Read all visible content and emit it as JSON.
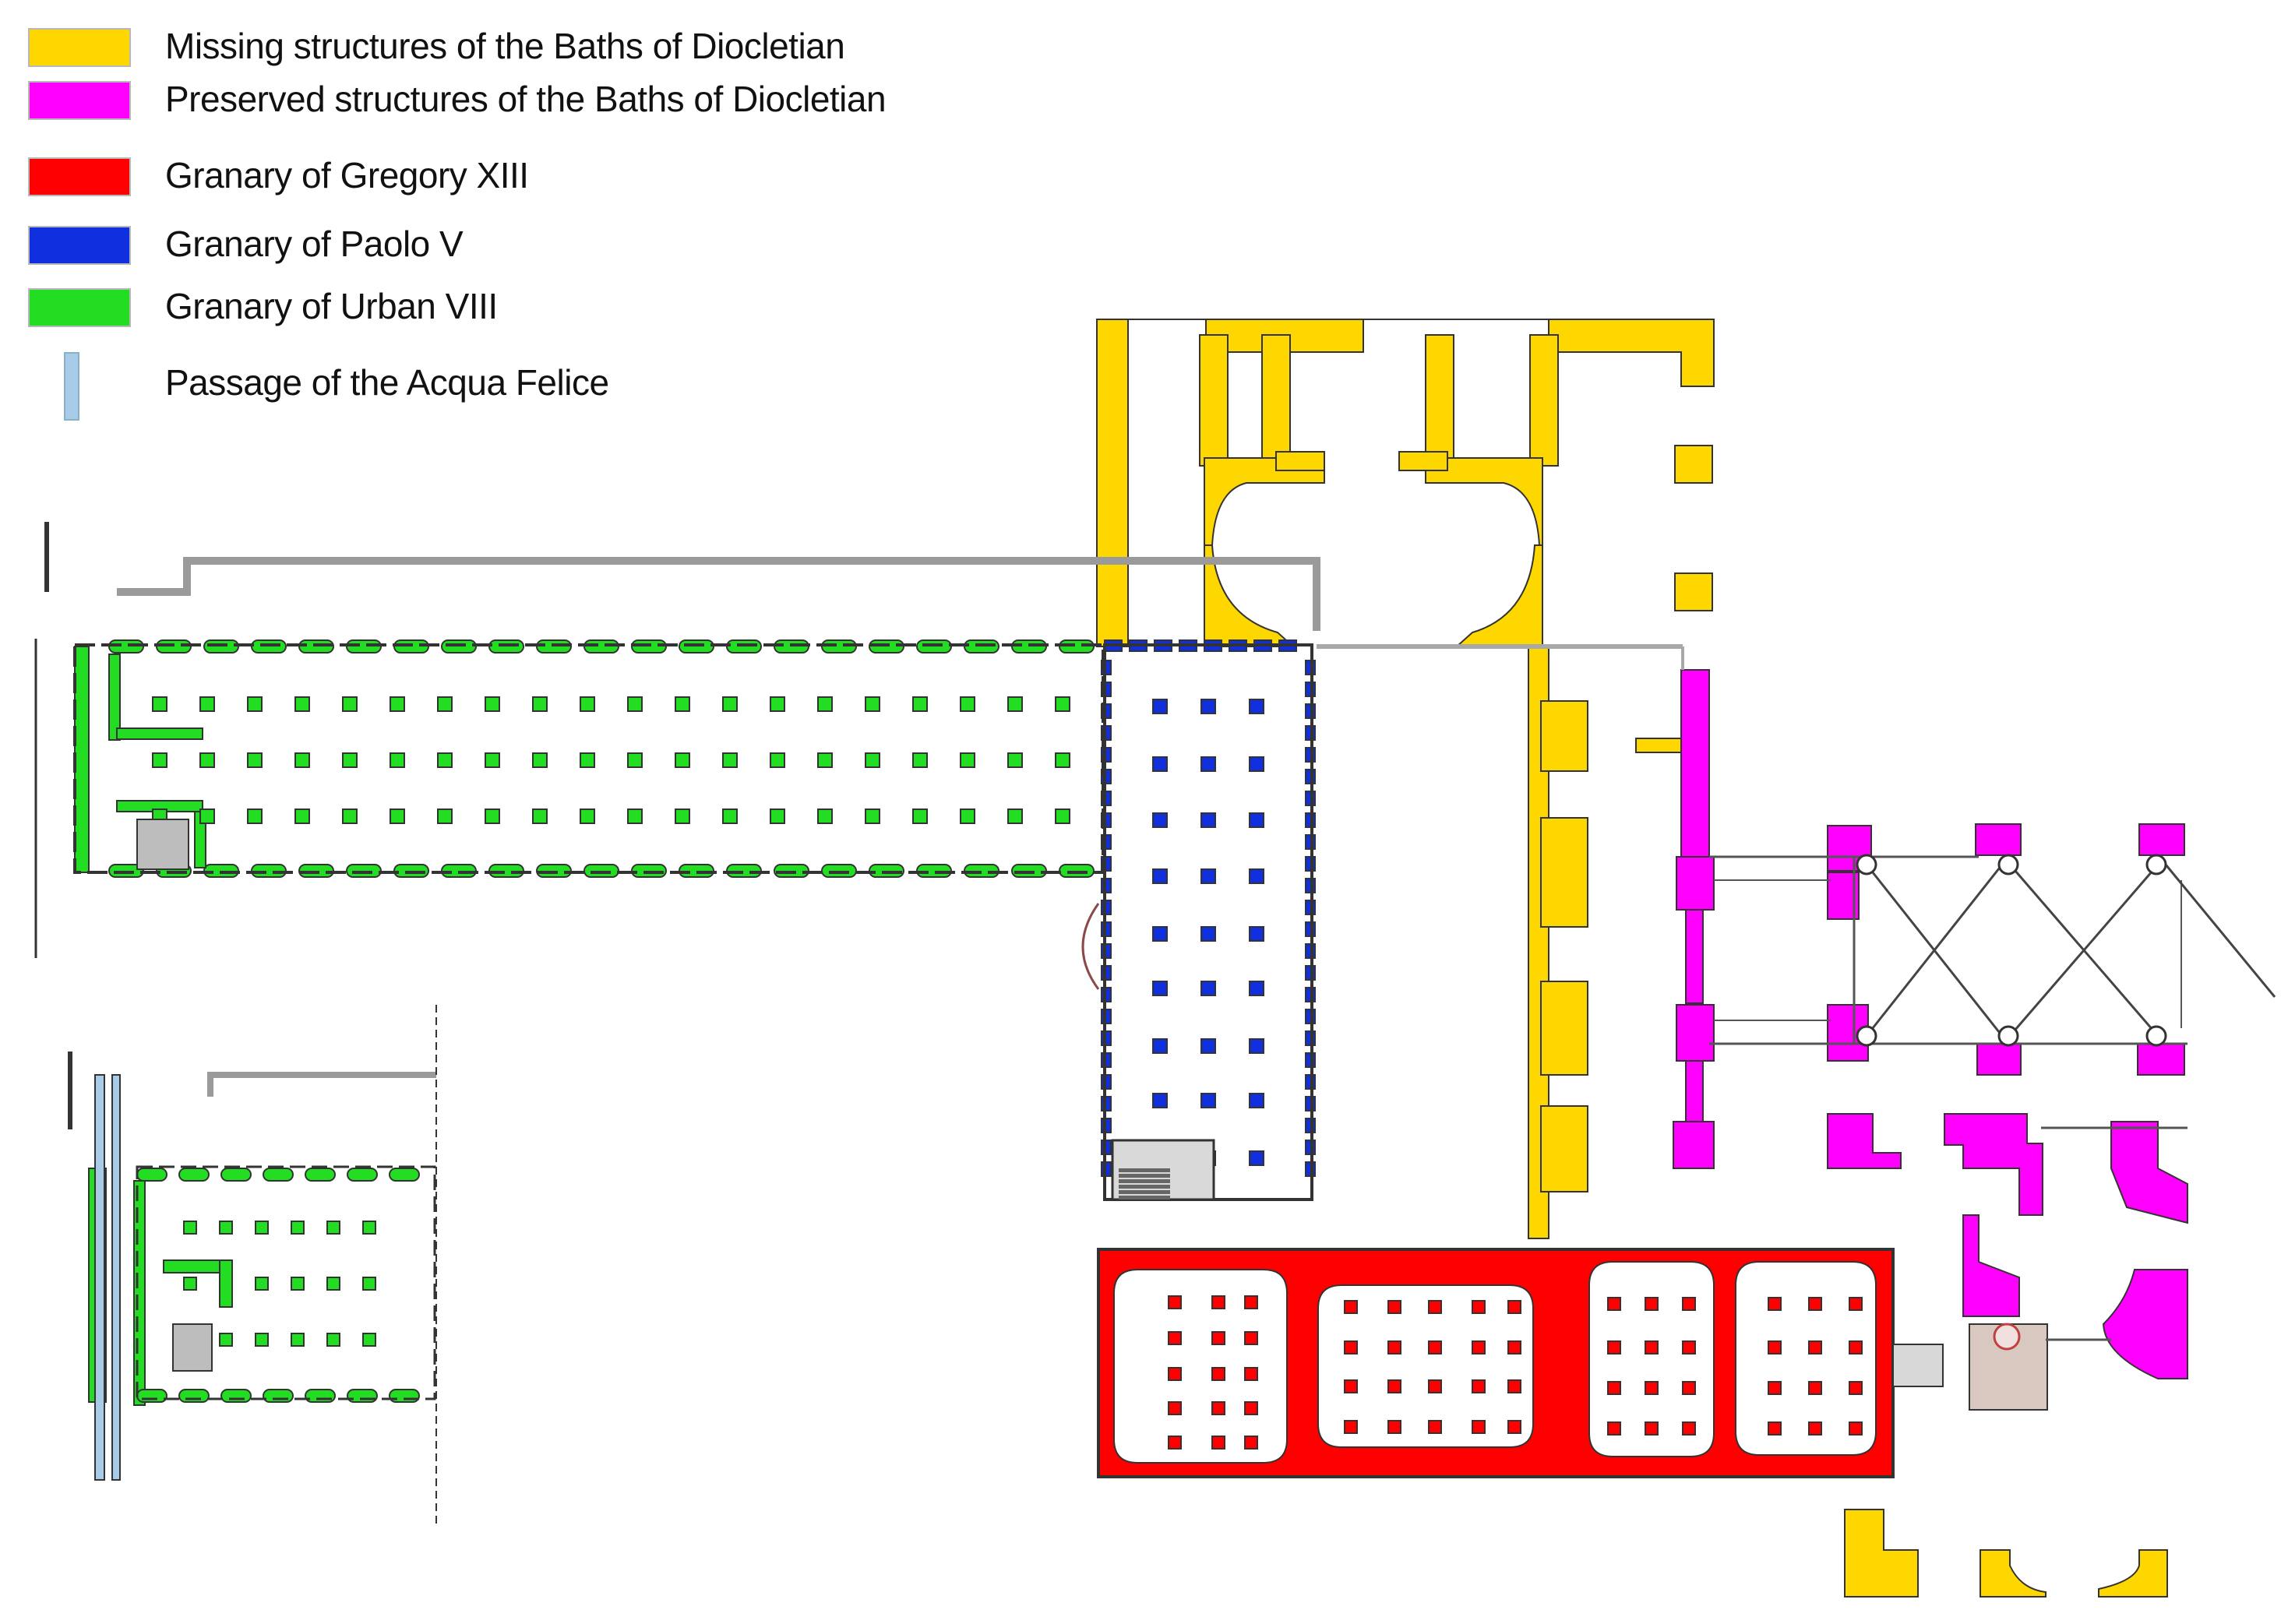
{
  "colors": {
    "missing": "#FFD700",
    "preserved": "#FF00FF",
    "gregory": "#FF0000",
    "paolo": "#1030E0",
    "urban": "#22DD22",
    "passage": "#A8CCE8",
    "outline": "#333333",
    "grey_wall": "#9a9a9a",
    "stair": "#666666"
  },
  "legend": [
    {
      "key": "missing",
      "label": "Missing structures of the Baths of Diocletian"
    },
    {
      "key": "preserved",
      "label": "Preserved structures of the Baths of Diocletian"
    },
    {
      "key": "gregory",
      "label": "Granary of Gregory XIII"
    },
    {
      "key": "paolo",
      "label": "Granary of Paolo V"
    },
    {
      "key": "urban",
      "label": "Granary of Urban VIII"
    },
    {
      "key": "passage",
      "label": "Passage of the Acqua Felice"
    }
  ]
}
